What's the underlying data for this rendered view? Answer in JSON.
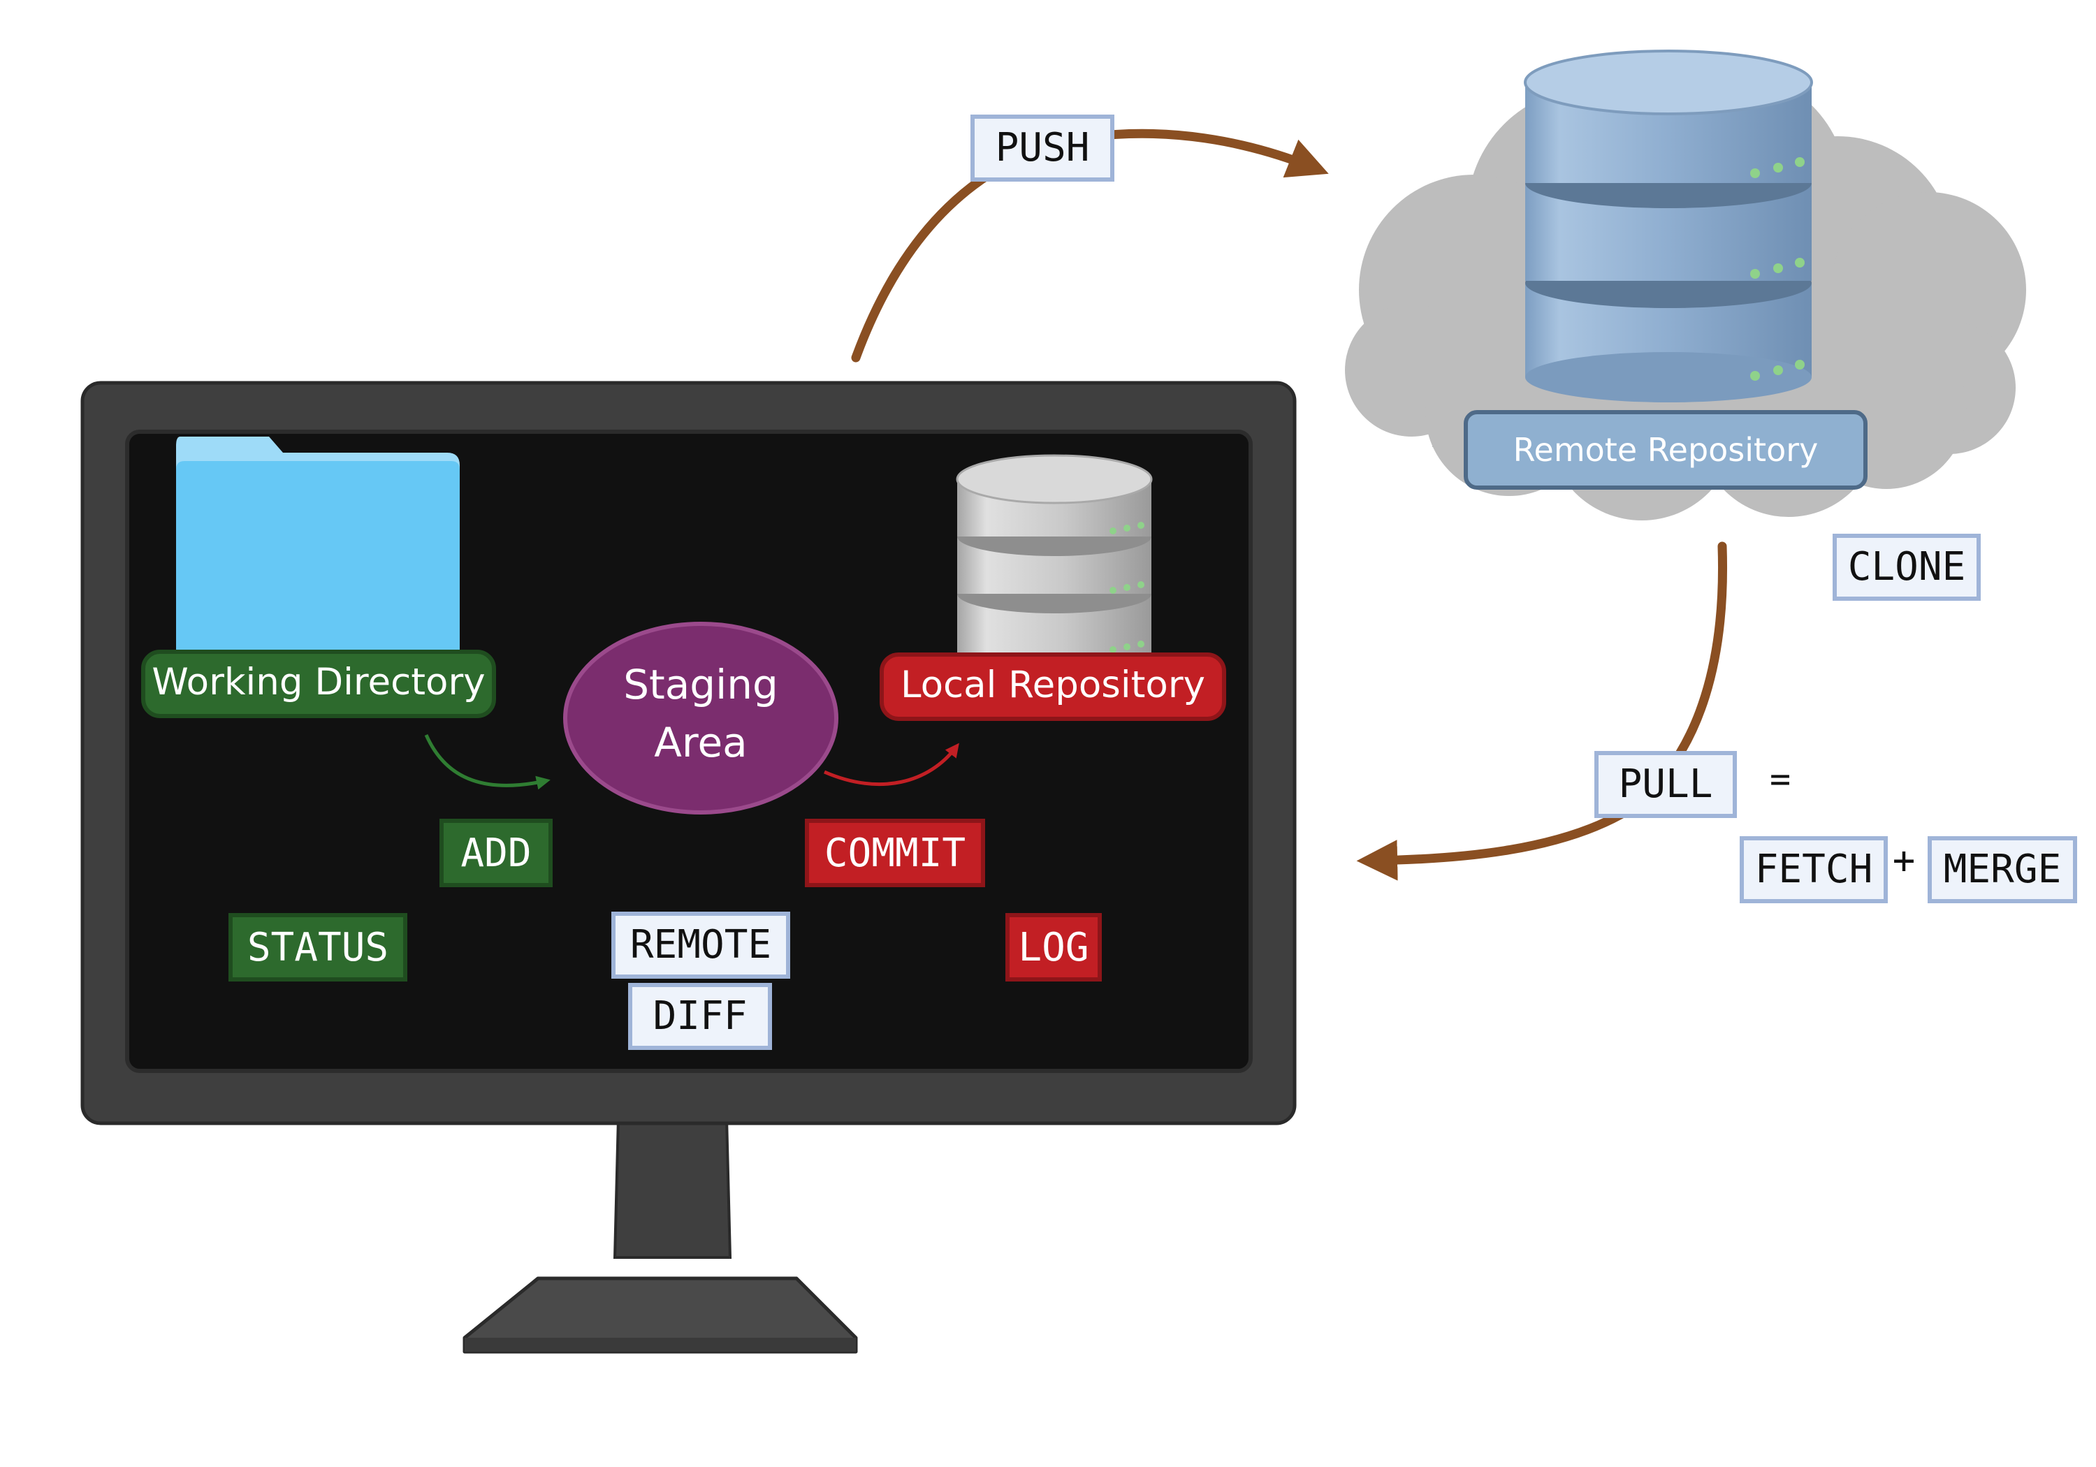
{
  "colors": {
    "git_green": "#2d6a2d",
    "git_red": "#c21f24",
    "staging_purple": "#7b2d6e",
    "remote_blue": "#8fb0d0",
    "arrow_brown": "#8a4f22",
    "cloud_gray": "#bdbdbd",
    "folder_blue": "#6dcaf5",
    "monitor_dark": "#3f3f3f",
    "screen_black": "#111111"
  },
  "labels": {
    "working_directory": "Working Directory",
    "staging_line1": "Staging",
    "staging_line2": "Area",
    "local_repository": "Local Repository",
    "remote_repository": "Remote Repository"
  },
  "commands": {
    "push": "PUSH",
    "clone": "CLONE",
    "pull": "PULL",
    "equals": "=",
    "fetch": "FETCH",
    "plus": "+",
    "merge": "MERGE",
    "add": "ADD",
    "commit": "COMMIT",
    "status": "STATUS",
    "remote": "REMOTE",
    "diff": "DIFF",
    "log": "LOG"
  },
  "icons": {
    "folder": "folder-icon",
    "local_db": "database-icon",
    "remote_db": "database-icon",
    "cloud": "cloud-icon",
    "monitor": "monitor-icon"
  }
}
